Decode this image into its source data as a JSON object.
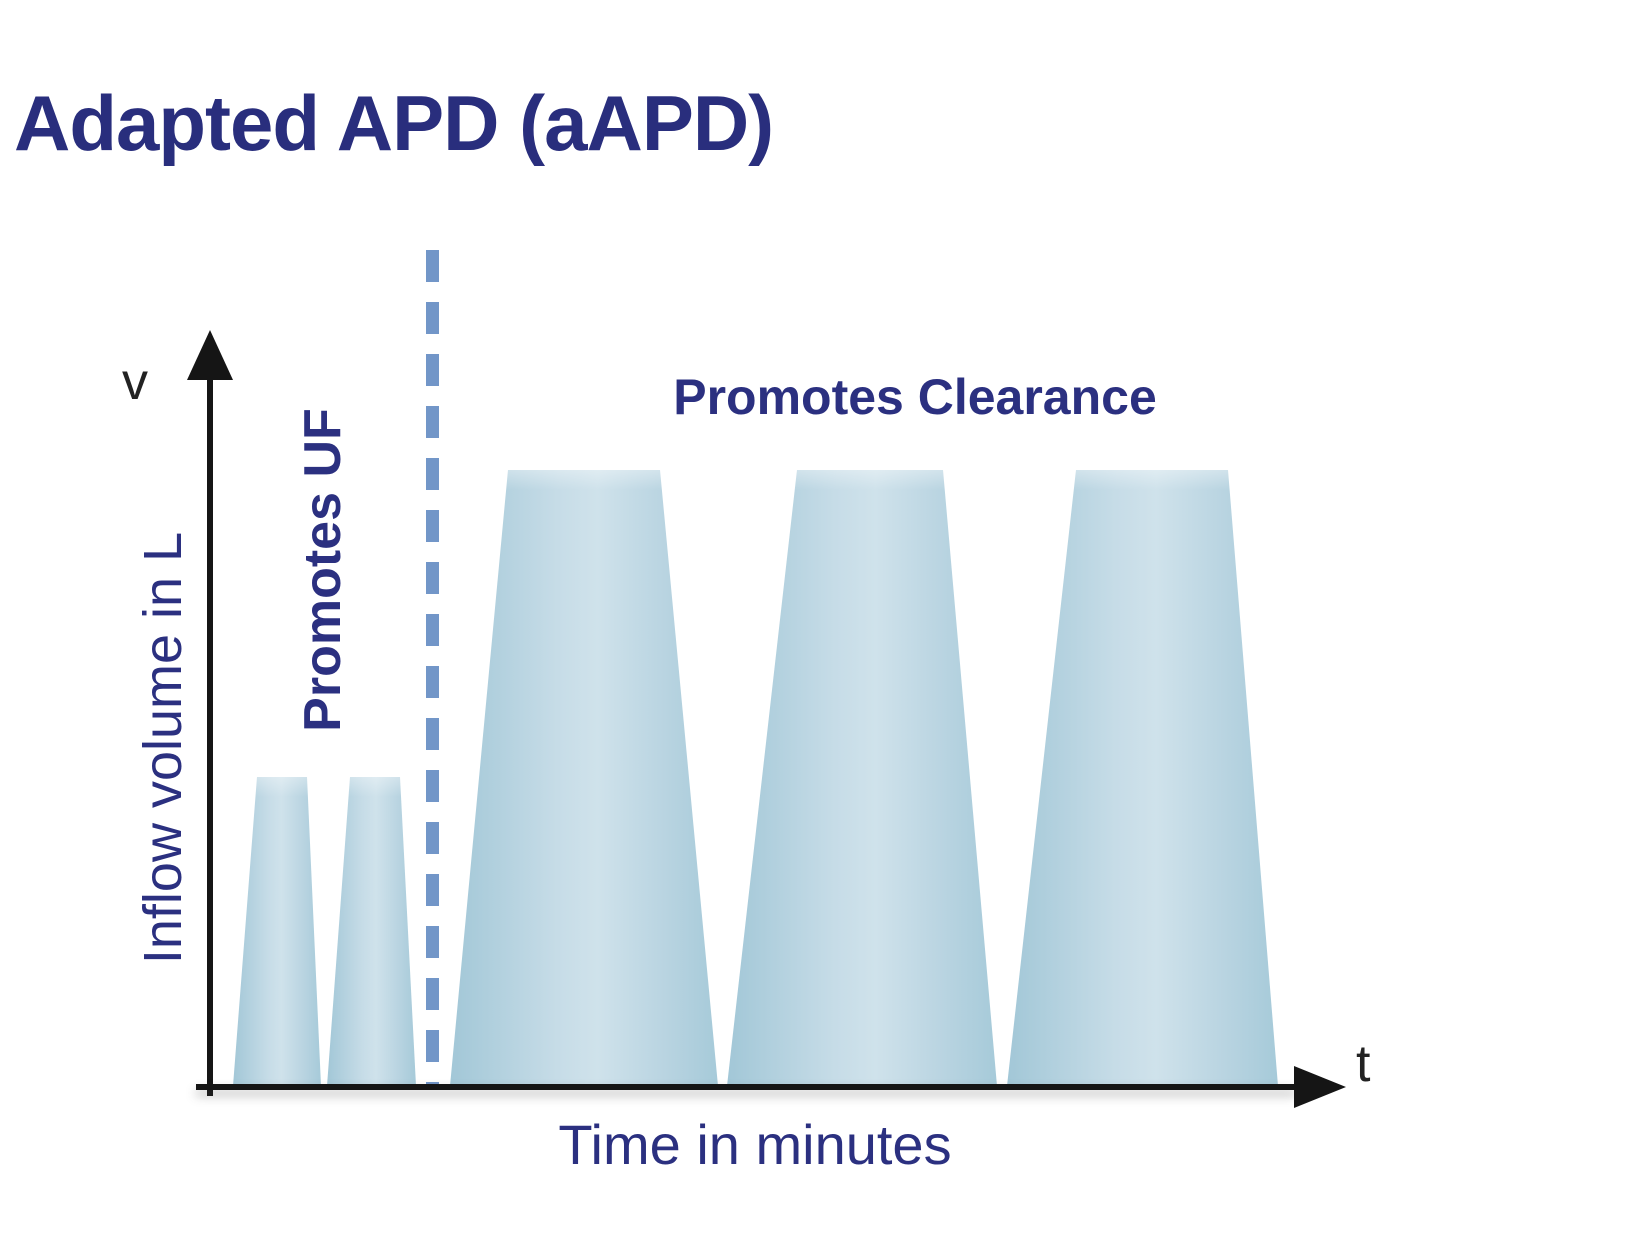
{
  "title": "Adapted APD (aAPD)",
  "axes": {
    "y": {
      "symbol": "v",
      "label": "Inflow volume in L"
    },
    "x": {
      "symbol": "t",
      "label": "Time in minutes"
    }
  },
  "annotations": {
    "left_phase": "Promotes UF",
    "right_phase": "Promotes Clearance"
  },
  "colors": {
    "heading": "#292e7d",
    "annotation": "#2b3080",
    "axis": "#151515",
    "dashed_line": "#7296c8",
    "cycle_fill_light": "#cfe2eb",
    "cycle_fill_dark": "#a2c7d7",
    "background": "#ffffff"
  },
  "chart_data": {
    "type": "area",
    "title": "Adapted APD (aAPD)",
    "xlabel": "Time in minutes",
    "ylabel": "Inflow volume in L",
    "series": [
      {
        "name": "Promotes UF",
        "cycles": 2,
        "relative_inflow_volume": 0.5
      },
      {
        "name": "Promotes Clearance",
        "cycles": 3,
        "relative_inflow_volume": 1.0
      }
    ],
    "legend": false,
    "grid": false
  }
}
